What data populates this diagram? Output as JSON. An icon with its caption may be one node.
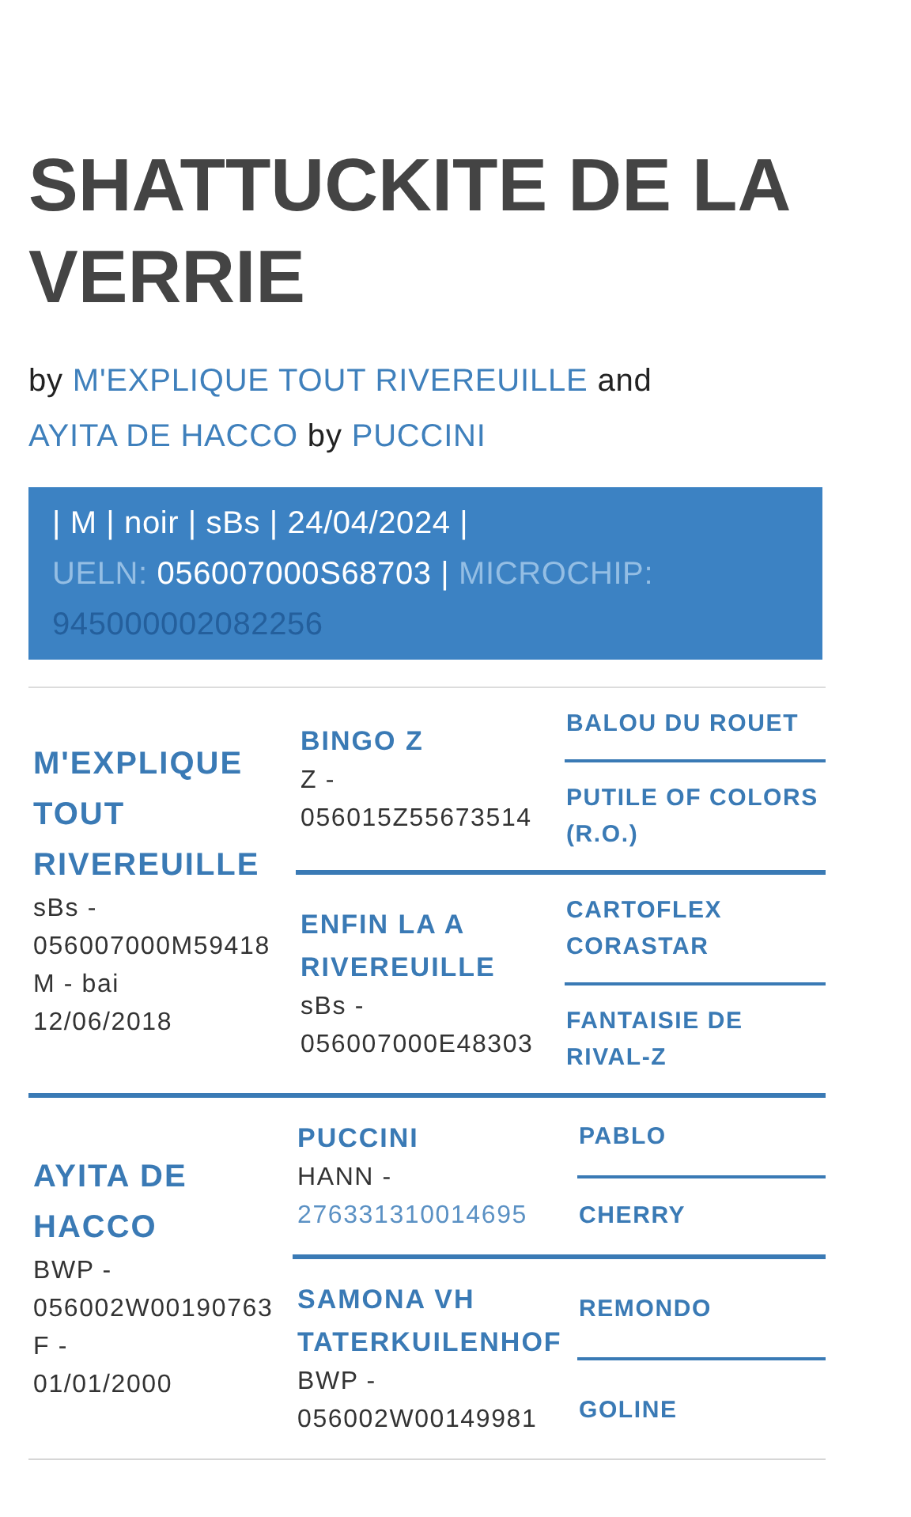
{
  "diagram": {
    "title": "SHATTUCKITE DE LA VERRIE",
    "nodes": [
      {
        "text": [
          "| M | noir | sBs | 24/04/2024 |",
          "UELN:",
          "056007000S68703 |",
          "MICROCHIP:",
          "945000002082256"
        ]
      },
      {
        "text": [
          "M'EXPLIQUE TOUT RIVEREUILLE",
          "sBs - 056007000M59418",
          "M - bai",
          "12/06/2018"
        ]
      },
      {
        "text": [
          "BINGO Z",
          "Z - 056015Z55673514"
        ]
      },
      {
        "text": [
          "BALOU DU ROUET"
        ]
      },
      {
        "text": [
          "PUTILE OF COLORS (R.O.)"
        ]
      },
      {
        "text": [
          "ENFIN LA A RIVEREUILLE",
          "sBs - 056007000E48303"
        ]
      },
      {
        "text": [
          "CARTOFLEX CORASTAR"
        ]
      },
      {
        "text": [
          "FANTAISIE DE RIVAL-Z"
        ]
      },
      {
        "text": [
          "AYITA DE HACCO",
          "BWP - 056002W00190763",
          "F -",
          "01/01/2000"
        ]
      },
      {
        "text": [
          "PUCCINI",
          "HANN -",
          "276331310014695"
        ]
      },
      {
        "text": [
          "PABLO"
        ]
      },
      {
        "text": [
          "CHERRY"
        ]
      },
      {
        "text": [
          "SAMONA VH TATERKUILENHOF",
          "BWP - 056002W00149981"
        ]
      },
      {
        "text": [
          "REMONDO"
        ]
      },
      {
        "text": [
          "GOLINE"
        ]
      }
    ],
    "labels": [
      "by",
      "M'EXPLIQUE TOUT RIVEREUILLE",
      "and",
      "AYITA DE HACCO",
      "by",
      "PUCCINI"
    ]
  }
}
